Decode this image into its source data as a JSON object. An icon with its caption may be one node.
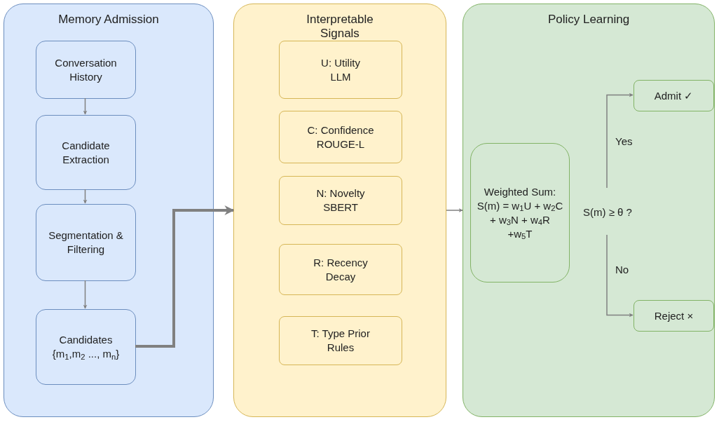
{
  "diagram": {
    "nodes": [
      {
        "text": [
          "Memory Admission"
        ]
      },
      {
        "text": [
          "Conversation History"
        ],
        "in": 0
      },
      {
        "text": [
          "Candidate Extraction"
        ],
        "in": 0
      },
      {
        "text": [
          "Segmentation & Filtering"
        ],
        "in": 0
      },
      {
        "text": [
          "Candidates",
          "{m$_{1}$,m$_{2}$ ..., m$_{n}$}"
        ],
        "in": 0
      },
      {
        "text": [
          "Interpretable Signals"
        ]
      },
      {
        "text": [
          "U: Utility",
          "LLM"
        ],
        "in": 5
      },
      {
        "text": [
          "C: Confidence",
          "ROUGE-L"
        ],
        "in": 5
      },
      {
        "text": [
          "N: Novelty",
          "SBERT"
        ],
        "in": 5
      },
      {
        "text": [
          "R: Recency",
          "Decay"
        ],
        "in": 5
      },
      {
        "text": [
          "T: Type Prior",
          "Rules"
        ],
        "in": 5
      },
      {
        "text": [
          "Policy Learning"
        ]
      },
      {
        "text": [
          "Weighted Sum:",
          "S(m) = w$_{1}$U + w$_{2}$C + w$_{3}$N + w$_{4}$R +w$_{5}$T"
        ],
        "in": 11
      },
      {
        "text": [
          "S(m) ≥ θ ?"
        ],
        "in": 11
      },
      {
        "text": [
          "Admit ✓"
        ],
        "in": 11
      },
      {
        "text": [
          "Reject ×"
        ],
        "in": 11
      }
    ],
    "edges": [
      {
        "from": 1,
        "to": 2,
        "arrow": "to"
      },
      {
        "from": 2,
        "to": 3,
        "arrow": "to"
      },
      {
        "from": 3,
        "to": 4,
        "arrow": "to"
      },
      {
        "from": 4,
        "to": 5,
        "arrow": "to",
        "style": "thick"
      },
      {
        "from": 5,
        "to": 11,
        "arrow": "to"
      },
      {
        "from": 13,
        "to": 14,
        "arrow": "to",
        "label": "Yes"
      },
      {
        "from": 13,
        "to": 15,
        "arrow": "to",
        "label": "No"
      }
    ]
  }
}
